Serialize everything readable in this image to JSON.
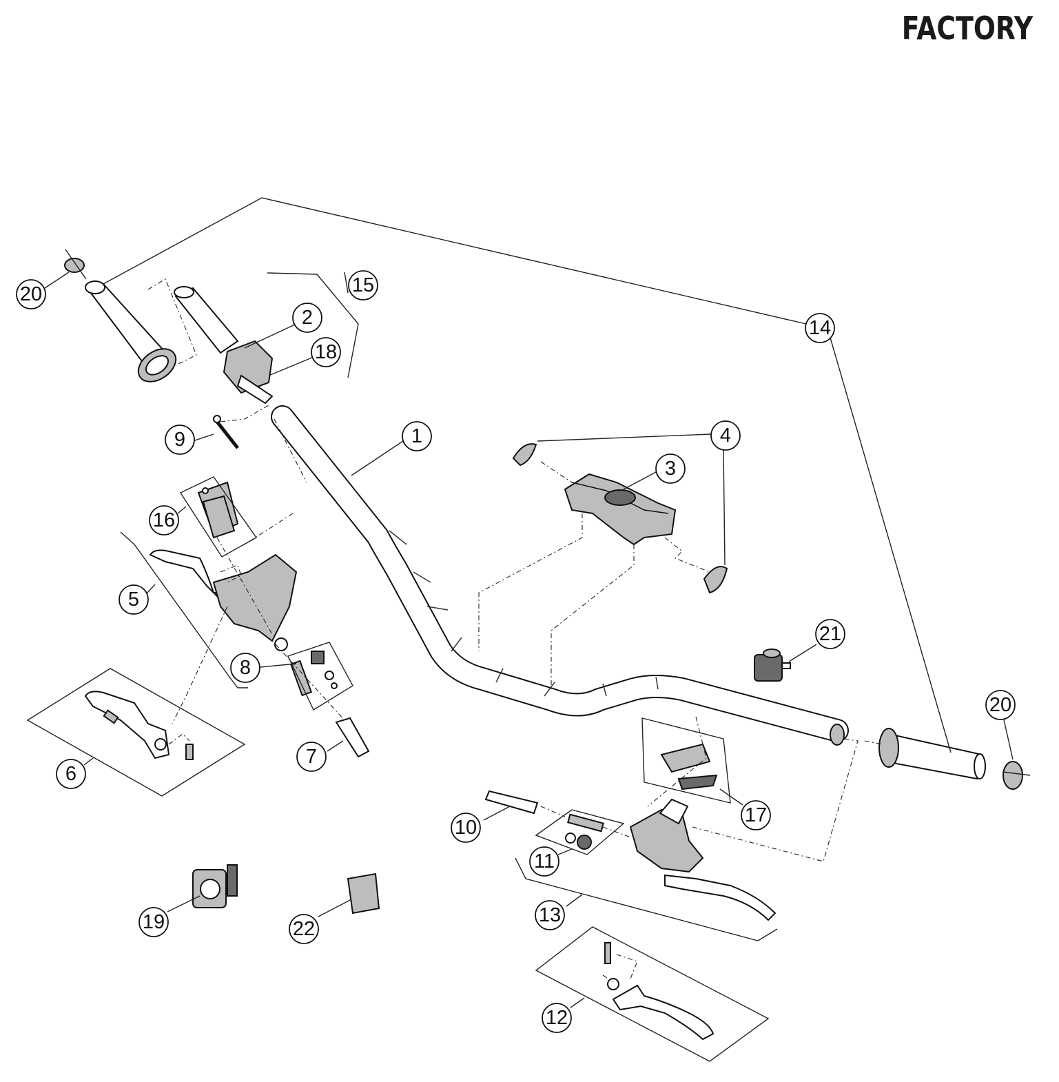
{
  "brand": "FACTORY",
  "callouts": [
    {
      "id": "1",
      "label": "1"
    },
    {
      "id": "2",
      "label": "2"
    },
    {
      "id": "3",
      "label": "3"
    },
    {
      "id": "4",
      "label": "4"
    },
    {
      "id": "5",
      "label": "5"
    },
    {
      "id": "6",
      "label": "6"
    },
    {
      "id": "7",
      "label": "7"
    },
    {
      "id": "8",
      "label": "8"
    },
    {
      "id": "9",
      "label": "9"
    },
    {
      "id": "10",
      "label": "10"
    },
    {
      "id": "11",
      "label": "11"
    },
    {
      "id": "12",
      "label": "12"
    },
    {
      "id": "13",
      "label": "13"
    },
    {
      "id": "14",
      "label": "14"
    },
    {
      "id": "15",
      "label": "15"
    },
    {
      "id": "16",
      "label": "16"
    },
    {
      "id": "17",
      "label": "17"
    },
    {
      "id": "18",
      "label": "18"
    },
    {
      "id": "19",
      "label": "19"
    },
    {
      "id": "20a",
      "label": "20"
    },
    {
      "id": "20b",
      "label": "20"
    },
    {
      "id": "21",
      "label": "21"
    },
    {
      "id": "22",
      "label": "22"
    }
  ]
}
